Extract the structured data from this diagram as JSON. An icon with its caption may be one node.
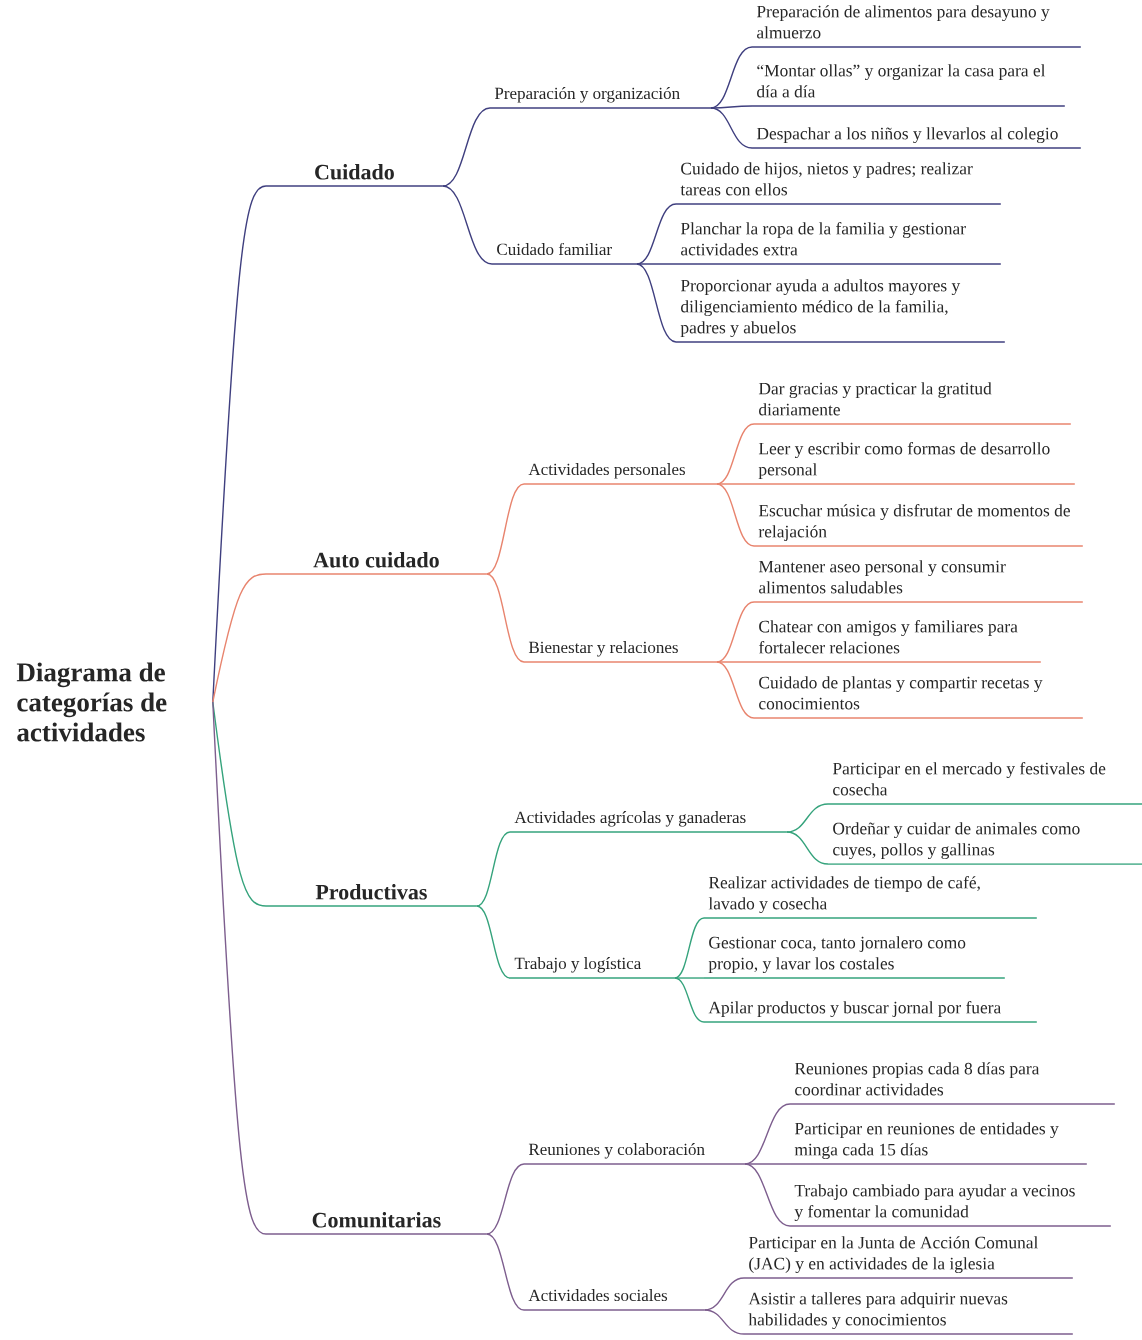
{
  "diagram": {
    "nodes": [
      {
        "text": [
          "Diagrama de categorías de actividades"
        ]
      },
      {
        "text": [
          "Cuidado"
        ]
      },
      {
        "text": [
          "Preparación y organización"
        ]
      },
      {
        "text": [
          "Preparación de alimentos para desayuno y almuerzo"
        ]
      },
      {
        "text": [
          "“Montar ollas” y organizar la casa para el día a día"
        ]
      },
      {
        "text": [
          "Despachar a los niños y llevarlos al colegio"
        ]
      },
      {
        "text": [
          "Cuidado familiar"
        ]
      },
      {
        "text": [
          "Cuidado de hijos, nietos y padres; realizar tareas con ellos"
        ]
      },
      {
        "text": [
          "Planchar la ropa de la familia y gestionar actividades extra"
        ]
      },
      {
        "text": [
          "Proporcionar ayuda a adultos mayores y diligenciamiento médico de la familia, padres y abuelos"
        ]
      },
      {
        "text": [
          "Auto cuidado"
        ]
      },
      {
        "text": [
          "Actividades personales"
        ]
      },
      {
        "text": [
          "Dar gracias y practicar la gratitud diariamente"
        ]
      },
      {
        "text": [
          "Leer y escribir como formas de desarrollo personal"
        ]
      },
      {
        "text": [
          "Escuchar música y disfrutar de momentos de relajación"
        ]
      },
      {
        "text": [
          "Bienestar y relaciones"
        ]
      },
      {
        "text": [
          "Mantener aseo personal y consumir alimentos saludables"
        ]
      },
      {
        "text": [
          "Chatear con amigos y familiares para fortalecer relaciones"
        ]
      },
      {
        "text": [
          "Cuidado de plantas y compartir recetas y conocimientos"
        ]
      },
      {
        "text": [
          "Productivas"
        ]
      },
      {
        "text": [
          "Actividades agrícolas y ganaderas"
        ]
      },
      {
        "text": [
          "Participar en el mercado y festivales de cosecha"
        ]
      },
      {
        "text": [
          "Ordeñar y cuidar de animales como cuyes, pollos y gallinas"
        ]
      },
      {
        "text": [
          "Trabajo y logística"
        ]
      },
      {
        "text": [
          "Realizar actividades de tiempo de café, lavado y cosecha"
        ]
      },
      {
        "text": [
          "Gestionar coca, tanto jornalero como propio, y lavar los costales"
        ]
      },
      {
        "text": [
          "Apilar productos y buscar jornal por fuera"
        ]
      },
      {
        "text": [
          "Comunitarias"
        ]
      },
      {
        "text": [
          "Reuniones y colaboración"
        ]
      },
      {
        "text": [
          "Reuniones propias cada 8 días para coordinar actividades"
        ]
      },
      {
        "text": [
          "Participar en reuniones de entidades y minga cada 15 días"
        ]
      },
      {
        "text": [
          "Trabajo cambiado para ayudar a vecinos y fomentar la comunidad"
        ]
      },
      {
        "text": [
          "Actividades sociales"
        ]
      },
      {
        "text": [
          "Participar en la Junta de Acción Comunal (JAC) y en actividades de la iglesia"
        ]
      },
      {
        "text": [
          "Asistir a talleres para adquirir nuevas habilidades y conocimientos"
        ]
      }
    ],
    "edges": [
      {
        "from": 0,
        "to": 1,
        "arrow": "none",
        "color": "#3f3f7f"
      },
      {
        "from": 1,
        "to": 2,
        "arrow": "none",
        "color": "#3f3f7f"
      },
      {
        "from": 2,
        "to": 3,
        "arrow": "none",
        "color": "#3f3f7f"
      },
      {
        "from": 2,
        "to": 4,
        "arrow": "none",
        "color": "#3f3f7f"
      },
      {
        "from": 2,
        "to": 5,
        "arrow": "none",
        "color": "#3f3f7f"
      },
      {
        "from": 1,
        "to": 6,
        "arrow": "none",
        "color": "#3f3f7f"
      },
      {
        "from": 6,
        "to": 7,
        "arrow": "none",
        "color": "#3f3f7f"
      },
      {
        "from": 6,
        "to": 8,
        "arrow": "none",
        "color": "#3f3f7f"
      },
      {
        "from": 6,
        "to": 9,
        "arrow": "none",
        "color": "#3f3f7f"
      },
      {
        "from": 0,
        "to": 10,
        "arrow": "none",
        "color": "#e8846e"
      },
      {
        "from": 10,
        "to": 11,
        "arrow": "none",
        "color": "#e8846e"
      },
      {
        "from": 11,
        "to": 12,
        "arrow": "none",
        "color": "#e8846e"
      },
      {
        "from": 11,
        "to": 13,
        "arrow": "none",
        "color": "#e8846e"
      },
      {
        "from": 11,
        "to": 14,
        "arrow": "none",
        "color": "#e8846e"
      },
      {
        "from": 10,
        "to": 15,
        "arrow": "none",
        "color": "#e8846e"
      },
      {
        "from": 15,
        "to": 16,
        "arrow": "none",
        "color": "#e8846e"
      },
      {
        "from": 15,
        "to": 17,
        "arrow": "none",
        "color": "#e8846e"
      },
      {
        "from": 15,
        "to": 18,
        "arrow": "none",
        "color": "#e8846e"
      },
      {
        "from": 0,
        "to": 19,
        "arrow": "none",
        "color": "#35a37c"
      },
      {
        "from": 19,
        "to": 20,
        "arrow": "none",
        "color": "#35a37c"
      },
      {
        "from": 20,
        "to": 21,
        "arrow": "none",
        "color": "#35a37c"
      },
      {
        "from": 20,
        "to": 22,
        "arrow": "none",
        "color": "#35a37c"
      },
      {
        "from": 19,
        "to": 23,
        "arrow": "none",
        "color": "#35a37c"
      },
      {
        "from": 23,
        "to": 24,
        "arrow": "none",
        "color": "#35a37c"
      },
      {
        "from": 23,
        "to": 25,
        "arrow": "none",
        "color": "#35a37c"
      },
      {
        "from": 23,
        "to": 26,
        "arrow": "none",
        "color": "#35a37c"
      },
      {
        "from": 0,
        "to": 27,
        "arrow": "none",
        "color": "#7d5e8e"
      },
      {
        "from": 27,
        "to": 28,
        "arrow": "none",
        "color": "#7d5e8e"
      },
      {
        "from": 28,
        "to": 29,
        "arrow": "none",
        "color": "#7d5e8e"
      },
      {
        "from": 28,
        "to": 30,
        "arrow": "none",
        "color": "#7d5e8e"
      },
      {
        "from": 28,
        "to": 31,
        "arrow": "none",
        "color": "#7d5e8e"
      },
      {
        "from": 27,
        "to": 32,
        "arrow": "none",
        "color": "#7d5e8e"
      },
      {
        "from": 32,
        "to": 33,
        "arrow": "none",
        "color": "#7d5e8e"
      },
      {
        "from": 32,
        "to": 34,
        "arrow": "none",
        "color": "#7d5e8e"
      }
    ]
  }
}
